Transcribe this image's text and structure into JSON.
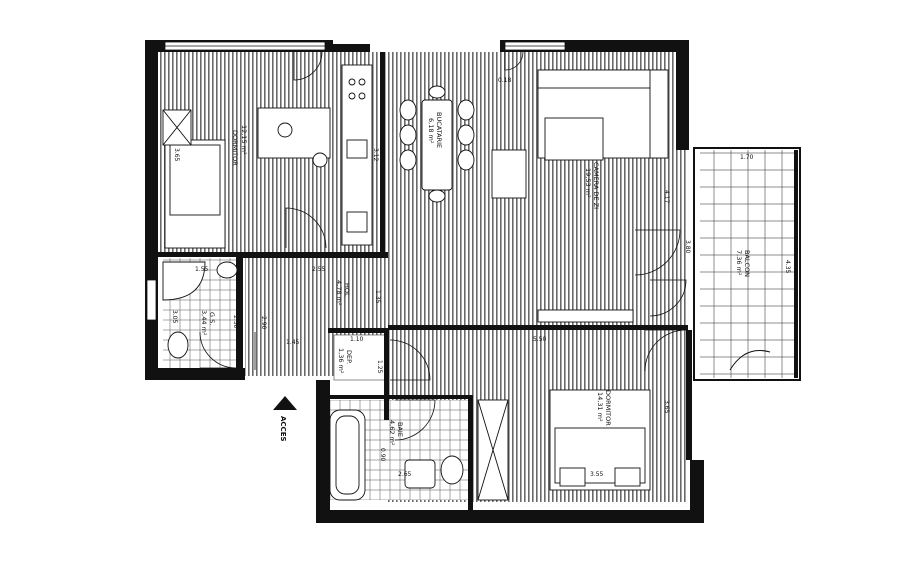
{
  "plan": {
    "rooms": [
      {
        "id": "dormitor1",
        "name": "DORMITOR",
        "area": "12,15 m²"
      },
      {
        "id": "bucatarie",
        "name": "BUCATARIE",
        "area": "6,18 m²"
      },
      {
        "id": "camera",
        "name": "CAMERA DE ZI",
        "area": "19,53 m²"
      },
      {
        "id": "balcon",
        "name": "BALCON",
        "area": "7,36 m²"
      },
      {
        "id": "hol",
        "name": "HOL",
        "area": "4,78 m²"
      },
      {
        "id": "bai",
        "name": "G.S.",
        "area": "3,44 m²"
      },
      {
        "id": "dep",
        "name": "DEP.",
        "area": "1,36 m²"
      },
      {
        "id": "baie",
        "name": "BAIE",
        "area": "4,62 m²"
      },
      {
        "id": "dormitor2",
        "name": "DORMITOR",
        "area": "14,31 m²"
      }
    ],
    "dimensions": [
      "3.65",
      "1.55",
      "2.55",
      "1.70",
      "4.35",
      "5.50",
      "1.10",
      "1.25",
      "3.05",
      "2.30",
      "2.90",
      "1.45",
      "1.35",
      "3.12",
      "4.17",
      "3.55",
      "3.65",
      "0.18",
      "0.90",
      "2.65",
      "3.80"
    ],
    "access_label": "ACCES"
  }
}
